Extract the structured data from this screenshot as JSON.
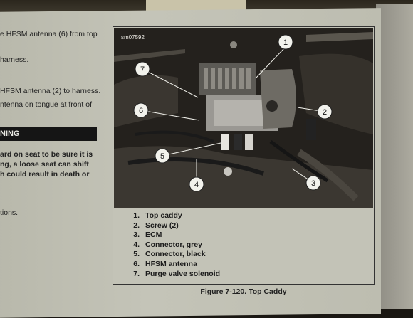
{
  "left_column": {
    "lines": [
      "e HFSM antenna (6) from top",
      "harness.",
      "HFSM antenna (2) to harness.",
      "ntenna on tongue at front of"
    ],
    "warning_heading": "NING",
    "warning_lines": [
      "ard on seat to be sure it is",
      "ng, a loose seat can shift",
      "h could result in death or"
    ],
    "footer_text": "tions."
  },
  "figure": {
    "code": "sm07592",
    "callouts": [
      "1",
      "2",
      "3",
      "4",
      "5",
      "6",
      "7"
    ],
    "legend": [
      {
        "num": "1.",
        "label": "Top caddy"
      },
      {
        "num": "2.",
        "label": "Screw (2)"
      },
      {
        "num": "3.",
        "label": "ECM"
      },
      {
        "num": "4.",
        "label": "Connector, grey"
      },
      {
        "num": "5.",
        "label": "Connector, black"
      },
      {
        "num": "6.",
        "label": "HFSM antenna"
      },
      {
        "num": "7.",
        "label": "Purge valve solenoid"
      }
    ],
    "caption": "Figure 7-120. Top Caddy"
  },
  "colors": {
    "page": "#c4c4b8",
    "ink": "#222222",
    "warning_bar": "#151515",
    "photo_dark": "#1f1d1a",
    "callout_fill": "#f2f2ec"
  }
}
